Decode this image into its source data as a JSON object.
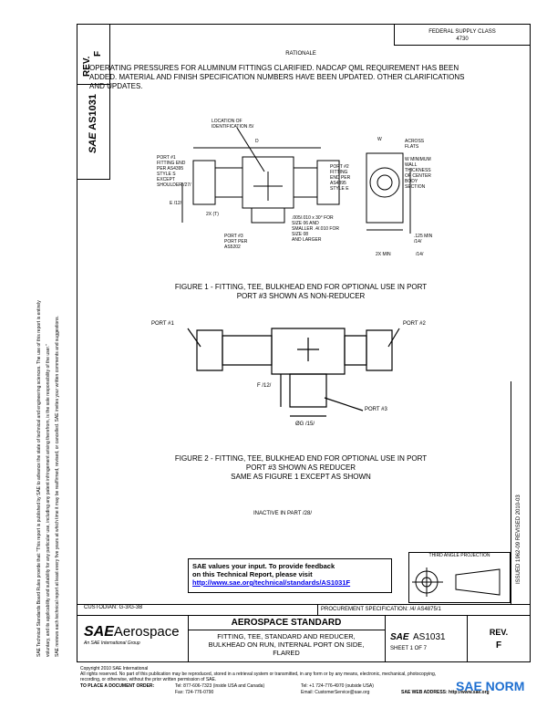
{
  "side": {
    "line1": "SAE Technical Standards Board Rules provide that: \"This report is published by SAE to advance the state of technical and engineering sciences. The use of this report is entirely",
    "line2": "voluntary, and its applicability and suitability for any particular use, including any patent infringement arising therefrom, is the sole responsibility of the user.\"",
    "line3": "SAE reviews each technical report at least every five years at which time it may be reaffirmed, revised, or cancelled. SAE invites your written comments and suggestions."
  },
  "header": {
    "rev_label": "REV.",
    "rev_value": "F",
    "doc_id": "AS1031",
    "sae_mark": "SAE",
    "fed_box": "FEDERAL SUPPLY CLASS\n4730",
    "rationale_title": "RATIONALE",
    "rationale_text": "OPERATING PRESSURES FOR ALUMINUM FITTINGS CLARIFIED.  NADCAP QML REQUIREMENT HAS BEEN ADDED.  MATERIAL AND FINISH SPECIFICATION NUMBERS HAVE BEEN UPDATED.  OTHER CLARIFICATIONS AND UPDATES."
  },
  "figure1": {
    "labels": {
      "location": "LOCATION OF\nIDENTIFICATION /5/",
      "d": "D",
      "port1": "PORT #1\nFITTING END\nPER AS4395\nSTYLE S\nEXCEPT\nSHOULDER /27/",
      "e": "E /12/",
      "two_x": "2X (T)",
      "port3": "PORT #3\nPORT PER\nAS5202",
      "port2": "PORT #2\nFITTING\nEND PER\nAS4395\nSTYLE E",
      "chamfer": ".005/.010 x 30° FOR\nSIZE 06 AND\nSMALLER .4/.010 FOR\nSIZE 08\nAND LARGER",
      "across": "ACROSS\nFLATS",
      "wall": "W MINIMUM\nWALL\nTHICKNESS\nOF CENTER\nBODY\nSECTION",
      "w": "W",
      "dim_125": ".125 MIN\n/14/",
      "dim_2x": "2X MIN",
      "dim_14": "/14/"
    },
    "caption1": "FIGURE 1 - FITTING, TEE, BULKHEAD END FOR OPTIONAL USE IN PORT",
    "caption2": "PORT #3 SHOWN AS NON-REDUCER"
  },
  "figure2": {
    "labels": {
      "port1": "PORT #1",
      "port2": "PORT #2",
      "port3": "PORT #3",
      "f": "F /12/",
      "g": "ØG /15/"
    },
    "caption1": "FIGURE 2 - FITTING, TEE, BULKHEAD END FOR OPTIONAL USE IN PORT",
    "caption2": "PORT #3 SHOWN AS REDUCER",
    "caption3": "SAME AS FIGURE 1 EXCEPT AS SHOWN"
  },
  "inactive_note": "INACTIVE IN PART /28/",
  "feedback": {
    "line1": "SAE values your input. To provide feedback",
    "line2": "on this Technical Report, please visit",
    "url": "http://www.sae.org/technical/standards/AS1031F"
  },
  "third_angle": "THIRD ANGLE PROJECTION",
  "right_vertical": "ISSUED 1962-09    REVISED 2010-03",
  "custodian": "CUSTODIAN: G-3/G-3B",
  "procurement": "PROCUREMENT SPECIFICATION: /4/ AS4875/1",
  "title_block": {
    "logo_sae": "SAE",
    "logo_aero": "Aerospace",
    "logo_sub": "An SAE International Group",
    "std_title": "AEROSPACE STANDARD",
    "desc": "FITTING, TEE, STANDARD AND REDUCER, BULKHEAD ON RUN, INTERNAL PORT ON SIDE, FLARED",
    "sae": "SAE",
    "doc": "AS1031",
    "sheet": "SHEET 1 OF 7",
    "rev_label": "REV.",
    "rev_value": "F"
  },
  "footer": {
    "copyright": "Copyright 2010 SAE International",
    "rights": "All rights reserved. No part of this publication may be reproduced, stored in a retrieval system or transmitted, in any form or by any means, electronic, mechanical, photocopying,",
    "rights2": "recording, or otherwise, without the prior written permission of SAE.",
    "order": "TO PLACE A DOCUMENT ORDER:",
    "tel1": "Tel:  877-606-7323 (inside USA and Canada)",
    "tel2": "Tel:  +1 724-776-4970 (outside USA)",
    "fax": "Fax:  724-776-0790",
    "email": "Email: CustomerService@sae.org",
    "web": "SAE WEB ADDRESS:  http://www.sae.org",
    "watermark": "SAE NORM"
  },
  "colors": {
    "link": "#0000ee",
    "watermark": "#1e6fd0"
  }
}
